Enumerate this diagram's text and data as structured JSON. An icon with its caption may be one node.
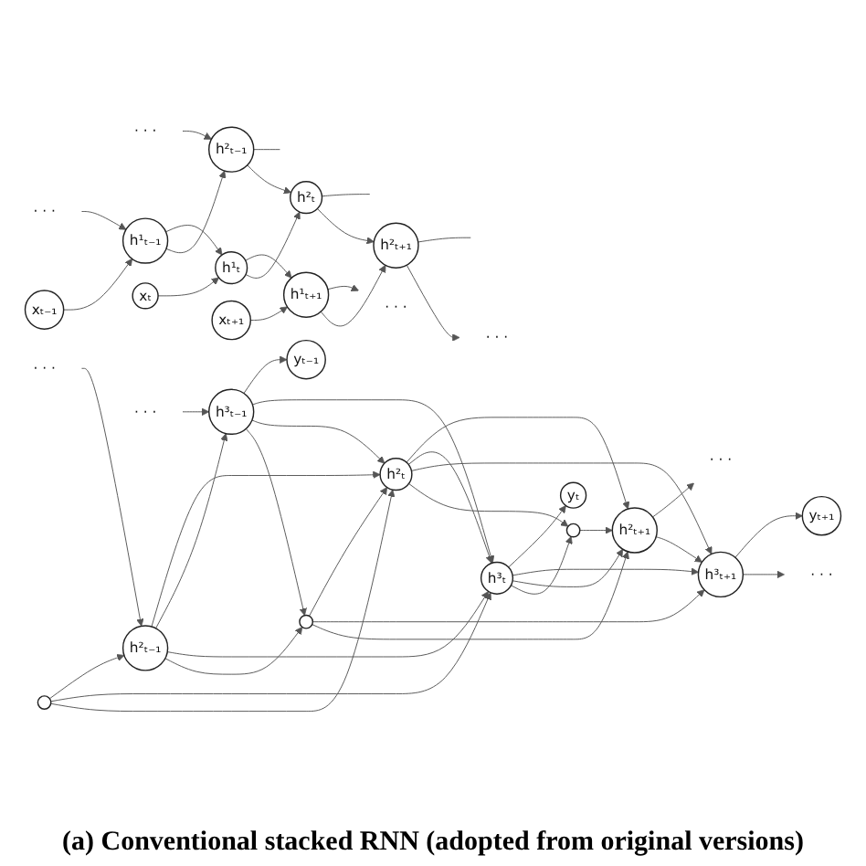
{
  "diagram": {
    "caption": "(a) Conventional stacked RNN (adopted from original versions)",
    "nodes": [
      {
        "text": [
          "· · ·"
        ]
      },
      {
        "text": [
          "h²ₜ₋₁"
        ]
      },
      {
        "text": [
          "h²ₜ"
        ]
      },
      {
        "text": [
          "h²ₜ₊₁"
        ]
      },
      {
        "text": [
          "· · ·"
        ]
      },
      {
        "text": [
          "· · ·"
        ]
      },
      {
        "text": [
          "h¹ₜ₋₁"
        ]
      },
      {
        "text": [
          "h¹ₜ"
        ]
      },
      {
        "text": [
          "h¹ₜ₊₁"
        ]
      },
      {
        "text": [
          "· · ·"
        ]
      },
      {
        "text": [
          "xₜ₋₁"
        ]
      },
      {
        "text": [
          "xₜ"
        ]
      },
      {
        "text": [
          "xₜ₊₁"
        ]
      },
      {
        "text": [
          "yₜ₋₁"
        ]
      },
      {
        "text": [
          "yₜ"
        ]
      },
      {
        "text": [
          "yₜ₊₁"
        ]
      },
      {
        "text": [
          "· · ·"
        ]
      },
      {
        "text": [
          "h³ₜ₋₁"
        ]
      },
      {
        "text": [
          "h³ₜ"
        ]
      },
      {
        "text": [
          "h³ₜ₊₁"
        ]
      },
      {
        "text": [
          "· · ·"
        ]
      },
      {
        "text": [
          "· · ·"
        ]
      },
      {
        "text": [
          "h²ₜ₋₁"
        ]
      },
      {
        "text": [
          "h²ₜ"
        ]
      },
      {
        "text": [
          "h²ₜ₊₁"
        ]
      },
      {
        "text": [
          "· · ·"
        ]
      },
      {
        "text": [],
        "shape": "circle"
      },
      {
        "text": [],
        "shape": "circle"
      },
      {
        "text": [],
        "shape": "circle"
      }
    ],
    "edges": [
      {
        "from": 1,
        "to": null,
        "arrow": "none"
      },
      {
        "from": 2,
        "to": null,
        "arrow": "none"
      },
      {
        "from": 3,
        "to": null,
        "arrow": "none"
      },
      {
        "from": 0,
        "to": 1,
        "arrow": "to"
      },
      {
        "from": 1,
        "to": 2,
        "arrow": "to"
      },
      {
        "from": 2,
        "to": 3,
        "arrow": "to"
      },
      {
        "from": 3,
        "to": 4,
        "arrow": "to"
      },
      {
        "from": 5,
        "to": 6,
        "arrow": "to"
      },
      {
        "from": 6,
        "to": 7,
        "arrow": "to"
      },
      {
        "from": 7,
        "to": 8,
        "arrow": "to"
      },
      {
        "from": 8,
        "to": 9,
        "arrow": "to"
      },
      {
        "from": 6,
        "to": 1,
        "arrow": "to"
      },
      {
        "from": 7,
        "to": 2,
        "arrow": "to"
      },
      {
        "from": 8,
        "to": 3,
        "arrow": "to"
      },
      {
        "from": 10,
        "to": 6,
        "arrow": "to"
      },
      {
        "from": 11,
        "to": 7,
        "arrow": "to"
      },
      {
        "from": 12,
        "to": 8,
        "arrow": "to"
      },
      {
        "from": 17,
        "to": 13,
        "arrow": "to"
      },
      {
        "from": 18,
        "to": 14,
        "arrow": "to"
      },
      {
        "from": 19,
        "to": 15,
        "arrow": "to"
      },
      {
        "from": 16,
        "to": 17,
        "arrow": "to"
      },
      {
        "from": 17,
        "to": 18,
        "arrow": "to"
      },
      {
        "from": 18,
        "to": 19,
        "arrow": "to"
      },
      {
        "from": 19,
        "to": 20,
        "arrow": "to"
      },
      {
        "from": 21,
        "to": 22,
        "arrow": "to"
      },
      {
        "from": 22,
        "to": 23,
        "arrow": "to"
      },
      {
        "from": 23,
        "to": 24,
        "arrow": "to"
      },
      {
        "from": 24,
        "to": 25,
        "arrow": "to"
      },
      {
        "from": 22,
        "to": 17,
        "arrow": "to"
      },
      {
        "from": 23,
        "to": 18,
        "arrow": "to"
      },
      {
        "from": 24,
        "to": 19,
        "arrow": "to"
      },
      {
        "from": 26,
        "to": 22,
        "arrow": "to"
      },
      {
        "from": 27,
        "to": 23,
        "arrow": "to"
      },
      {
        "from": 28,
        "to": 24,
        "arrow": "to"
      },
      {
        "from": 17,
        "to": 23,
        "arrow": "to"
      },
      {
        "from": 17,
        "to": 27,
        "arrow": "to"
      },
      {
        "from": 22,
        "to": 18,
        "arrow": "to"
      },
      {
        "from": 22,
        "to": 27,
        "arrow": "to"
      },
      {
        "from": 26,
        "to": 18,
        "arrow": "to"
      },
      {
        "from": 26,
        "to": 23,
        "arrow": "to"
      },
      {
        "from": 18,
        "to": 24,
        "arrow": "to"
      },
      {
        "from": 18,
        "to": 28,
        "arrow": "to"
      },
      {
        "from": 23,
        "to": 19,
        "arrow": "to"
      },
      {
        "from": 23,
        "to": 28,
        "arrow": "to"
      },
      {
        "from": 27,
        "to": 19,
        "arrow": "to"
      },
      {
        "from": 27,
        "to": 24,
        "arrow": "to"
      }
    ]
  }
}
